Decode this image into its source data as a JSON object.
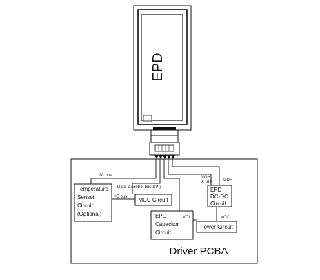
{
  "colors": {
    "line": "#111111",
    "background": "#ffffff"
  },
  "epd": {
    "label": "EPD"
  },
  "pcba": {
    "label": "Driver PCBA"
  },
  "blocks": {
    "temp": {
      "lines": [
        "Temperature",
        "Senser",
        "Circuit",
        "(Optional)"
      ]
    },
    "mcu": {
      "label": "MCU Circuit"
    },
    "capacitor": {
      "lines": [
        "EPD",
        "Capacitor",
        "Circuit"
      ]
    },
    "dcdc": {
      "lines": [
        "EPD",
        "DC-DC",
        "Circuit"
      ]
    },
    "power": {
      "label": "Power Circuit"
    }
  },
  "signals": {
    "i2c_bus_top": "I²C bus",
    "data_control": "Data & control bus(SPI)",
    "i2c_bus_left": "I²C bus",
    "vgh_vgl_1": "VGH",
    "vgh_vgl_2": "& VGL",
    "gdr": "GDR",
    "vci": "VCI",
    "vcc": "VCC"
  }
}
